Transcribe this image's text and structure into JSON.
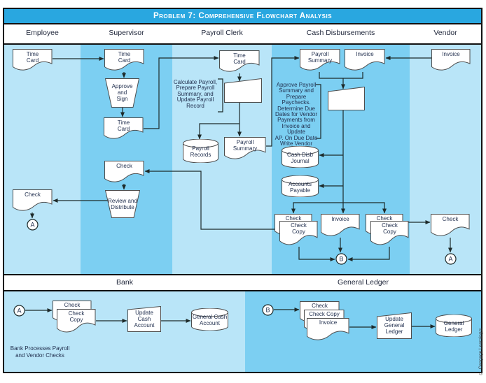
{
  "header": {
    "title": "Problem 7: Comprehensive Flowchart Analysis"
  },
  "columns": [
    {
      "label": "Employee"
    },
    {
      "label": "Supervisor"
    },
    {
      "label": "Payroll Clerk"
    },
    {
      "label": "Cash Disbursements"
    },
    {
      "label": "Vendor"
    }
  ],
  "sections": [
    {
      "label": "Bank"
    },
    {
      "label": "General Ledger"
    }
  ],
  "nodes": {
    "employee_time_card": "Time\nCard",
    "employee_check": "Check",
    "connector_a_employee": "A",
    "supervisor_time_card_in": "Time\nCard",
    "supervisor_approve_sign": "Approve\nand\nSign",
    "supervisor_time_card_out": "Time\nCard",
    "supervisor_check": "Check",
    "supervisor_review_distribute": "Review and\nDistribute",
    "clerk_time_card": "Time\nCard",
    "clerk_payroll_records": "Payroll\nRecords",
    "clerk_payroll_summary": "Payroll\nSummary",
    "cd_payroll_summary": "Payroll\nSummary",
    "cd_invoice_in": "Invoice",
    "cd_cash_disb_journal": "Cash Disb\nJournal",
    "cd_accounts_payable": "Accounts\nPayable",
    "cd_check_left": "Check",
    "cd_check_copy_left": "Check\nCopy",
    "cd_invoice_out": "Invoice",
    "cd_check_right": "Check",
    "cd_check_copy_right": "Check\nCopy",
    "connector_b_cd": "B",
    "vendor_invoice": "Invoice",
    "vendor_check": "Check",
    "connector_a_vendor": "A",
    "bank_connector_a": "A",
    "bank_check": "Check",
    "bank_check_copy": "Check\nCopy",
    "bank_update_cash": "Update\nCash\nAccount",
    "bank_general_cash": "General Cash\nAccount",
    "gl_connector_b": "B",
    "gl_check": "Check",
    "gl_check_copy": "Check Copy",
    "gl_invoice": "Invoice",
    "gl_update_ledger": "Update\nGeneral\nLedger",
    "gl_general_ledger": "General\nLedger"
  },
  "annotations": {
    "clerk_process": "Calculate Payroll,\nPrepare Payroll\nSummary, and\nUpdate Payroll\nRecord",
    "cd_process": "Approve Payroll\nSummary and\nPrepare Paychecks.\nDetermine Due\nDates for Vendor\nPayments from\nInvoice and Update\nAP. On Due Date\nWrite Vendor\nChecks."
  },
  "captions": {
    "bank_note": "Bank Processes Payroll\nand Vendor Checks",
    "copyright": "© Cengage Learning®"
  },
  "colors": {
    "title_bar": "#29a7e0",
    "title_text": "#ffffff",
    "column_light": "#b9e5f8",
    "column_medium": "#7ccff2",
    "shape_fill": "#ffffff",
    "shape_stroke": "#4d4d4d",
    "line": "#1d2a2a",
    "text": "#22304f",
    "frame": "#111111"
  }
}
